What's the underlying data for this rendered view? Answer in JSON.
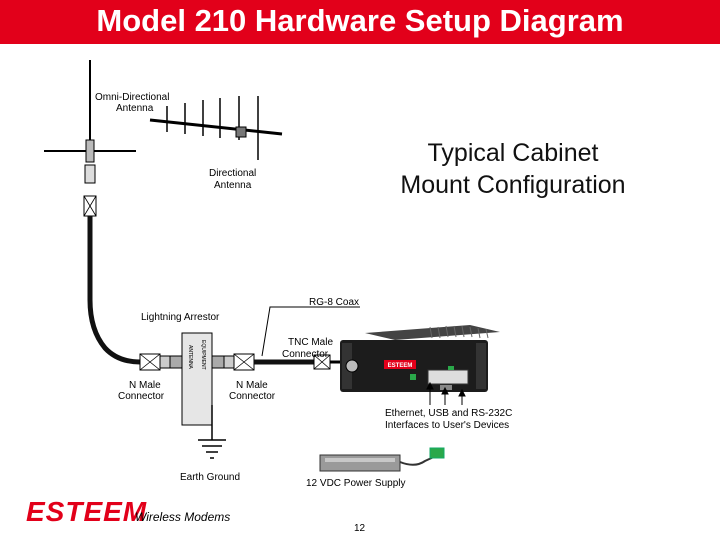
{
  "title": "Model 210 Hardware Setup Diagram",
  "labels": {
    "omni_line1": "Omni-Directional",
    "omni_line2": "Antenna",
    "directional_line1": "Directional",
    "directional_line2": "Antenna",
    "typical_line1": "Typical Cabinet",
    "typical_line2": "Mount Configuration",
    "rg8": "RG-8 Coax",
    "lightning": "Lightning Arrestor",
    "tnc_line1": "TNC Male",
    "tnc_line2": "Connector",
    "nmale_left_1": "N Male",
    "nmale_left_2": "Connector",
    "nmale_right_1": "N Male",
    "nmale_right_2": "Connector",
    "ethernet_line1": "Ethernet, USB and RS-232C",
    "ethernet_line2": "Interfaces to User's Devices",
    "earth": "Earth Ground",
    "power": "12 VDC Power Supply",
    "arrestor_equipment": "EQUIPMENT",
    "arrestor_antenna": "ANTENNA",
    "radio_brand": "ESTEEM"
  },
  "footer": {
    "brand": "ESTEEM",
    "tagline": "Wireless Modems",
    "page": "12"
  },
  "colors": {
    "title_bar": "#e2001a",
    "brand": "#e2001a",
    "radio_body": "#1c1c1c",
    "led_green": "#2aa84a"
  }
}
